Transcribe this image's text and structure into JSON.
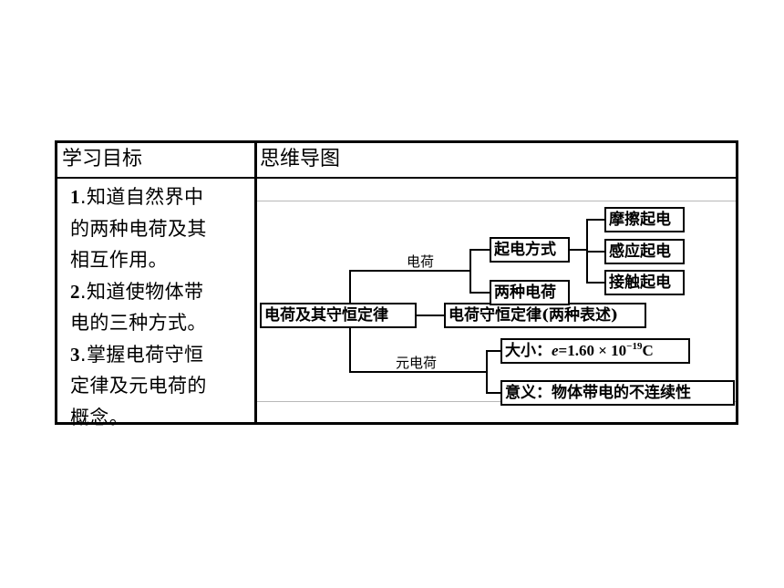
{
  "table": {
    "header_goals": "学习目标",
    "header_map": "思维导图"
  },
  "goals": [
    {
      "num": "1",
      "line1": ".知道自然界中",
      "line2": "的两种电荷及其",
      "line3": "相互作用。"
    },
    {
      "num": "2",
      "line1": ".知道使物体带",
      "line2": "电的三种方式。"
    },
    {
      "num": "3",
      "line1": ".掌握电荷守恒",
      "line2": "定律及元电荷的",
      "line3": "概念。"
    }
  ],
  "mindmap": {
    "root": "电荷及其守恒定律",
    "branch_charge_label": "电荷",
    "branch_elem_label": "元电荷",
    "methods": "起电方式",
    "two_kinds": "两种电荷",
    "friction": "摩擦起电",
    "induction": "感应起电",
    "contact": "接触起电",
    "conservation": "电荷守恒定律(两种表述)",
    "size_prefix": "大小：",
    "size_var": "e",
    "size_value": "=1.60 × 10",
    "size_exp": "−19",
    "size_unit": "C",
    "meaning": "意义：物体带电的不连续性"
  }
}
